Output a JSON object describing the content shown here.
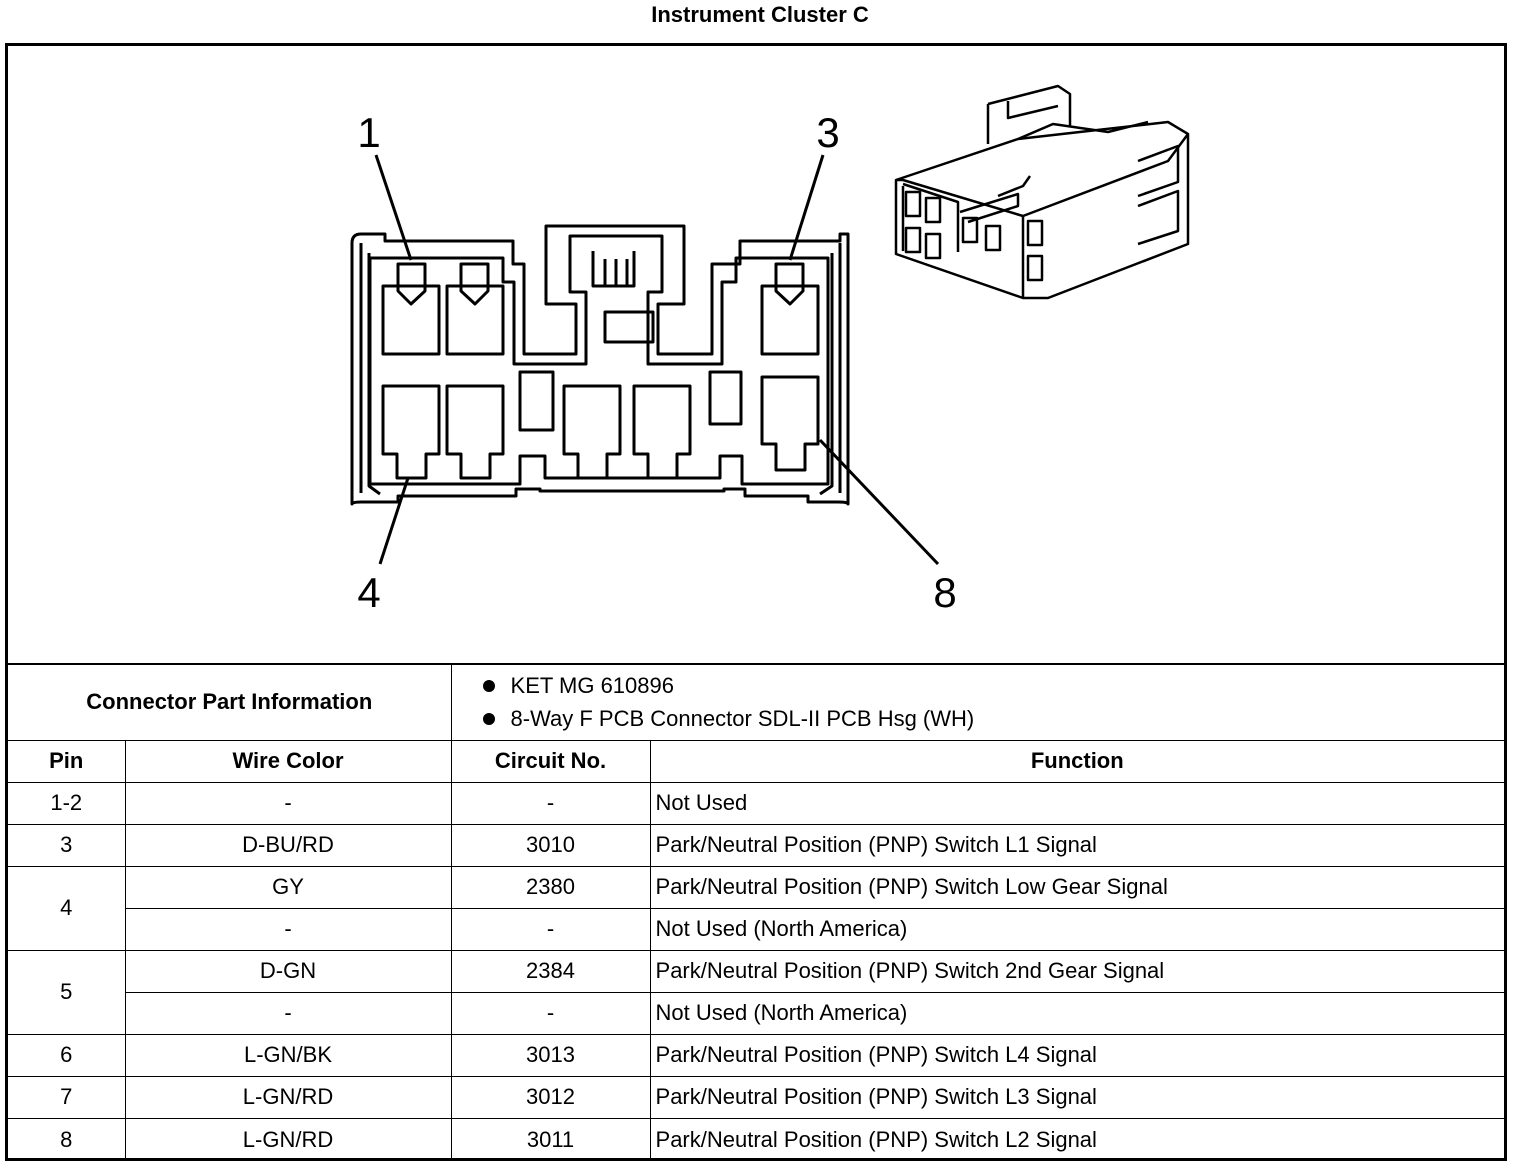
{
  "title": "Instrument Cluster C",
  "callouts": {
    "pin1": "1",
    "pin3": "3",
    "pin4": "4",
    "pin8": "8"
  },
  "connector_part_information": {
    "label": "Connector Part Information",
    "items": [
      "KET MG 610896",
      "8-Way F PCB Connector SDL-II PCB Hsg (WH)"
    ]
  },
  "table": {
    "headers": {
      "pin": "Pin",
      "wire_color": "Wire Color",
      "circuit": "Circuit No.",
      "function": "Function"
    },
    "rows": [
      {
        "pin": "1-2",
        "wire_color": "-",
        "circuit": "-",
        "function": "Not Used"
      },
      {
        "pin": "3",
        "wire_color": "D-BU/RD",
        "circuit": "3010",
        "function": "Park/Neutral Position (PNP) Switch L1 Signal"
      },
      {
        "pin": "4",
        "wire_color": "GY",
        "circuit": "2380",
        "function": "Park/Neutral Position (PNP) Switch Low Gear Signal"
      },
      {
        "pin": "",
        "wire_color": "-",
        "circuit": "-",
        "function": "Not Used (North America)"
      },
      {
        "pin": "5",
        "wire_color": "D-GN",
        "circuit": "2384",
        "function": "Park/Neutral Position (PNP) Switch 2nd Gear Signal"
      },
      {
        "pin": "",
        "wire_color": "-",
        "circuit": "-",
        "function": "Not Used (North America)"
      },
      {
        "pin": "6",
        "wire_color": "L-GN/BK",
        "circuit": "3013",
        "function": "Park/Neutral Position (PNP) Switch L4 Signal"
      },
      {
        "pin": "7",
        "wire_color": "L-GN/RD",
        "circuit": "3012",
        "function": "Park/Neutral Position (PNP) Switch L3 Signal"
      },
      {
        "pin": "8",
        "wire_color": "L-GN/RD",
        "circuit": "3011",
        "function": "Park/Neutral Position (PNP) Switch L2 Signal"
      }
    ]
  }
}
